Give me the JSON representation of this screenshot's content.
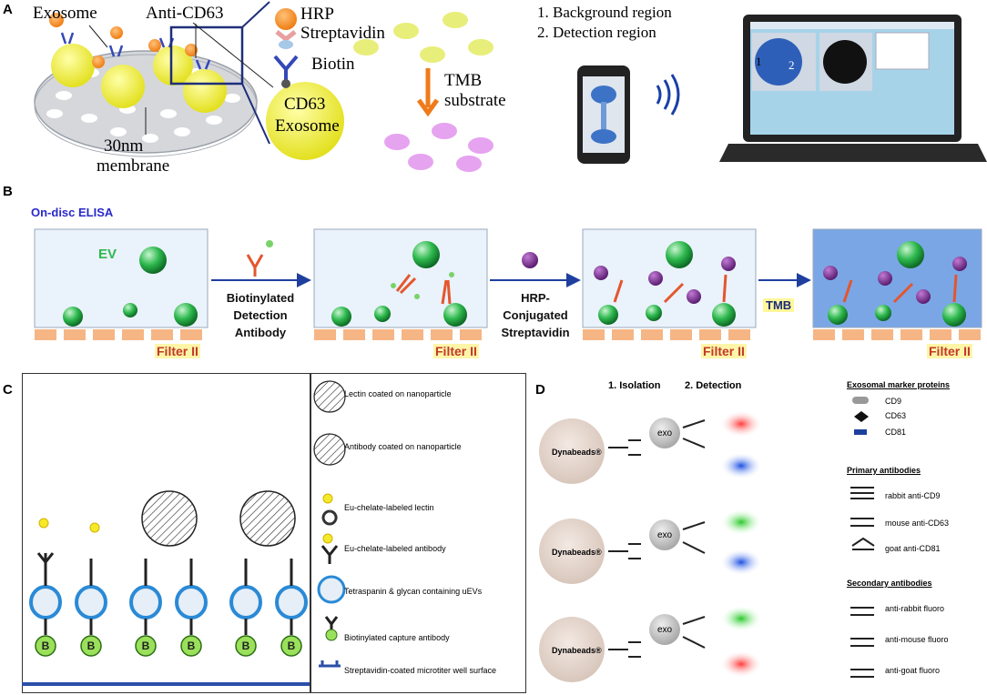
{
  "panel_a": {
    "label": "A",
    "exosome": "Exosome",
    "anti_cd63": "Anti-CD63",
    "membrane_1": "30nm",
    "membrane_2": "membrane",
    "hrp": "HRP",
    "streptavidin": "Streptavidin",
    "biotin": "Biotin",
    "cd63": "CD63",
    "exosome2": "Exosome",
    "tmb_1": "TMB",
    "tmb_2": "substrate",
    "region_1": "1. Background region",
    "region_2": "2. Detection region",
    "screen_1": "1",
    "screen_2": "2"
  },
  "panel_b": {
    "label": "B",
    "title": "On-disc ELISA",
    "ev": "EV",
    "step1_l1": "Biotinylated",
    "step1_l2": "Detection",
    "step1_l3": "Antibody",
    "step2_l1": "HRP-",
    "step2_l2": "Conjugated",
    "step2_l3": "Streptavidin",
    "step3": "TMB",
    "filter": "Filter II"
  },
  "panel_c": {
    "label": "C",
    "legend": [
      "Lectin coated on nanoparticle",
      "Antibody coated on nanoparticle",
      "Eu-chelate-labeled lectin",
      "Eu-chelate-labeled antibody",
      "Tetraspanin & glycan containing uEVs",
      "Biotinylated capture antibody",
      "Streptavidin-coated microtiter well surface"
    ],
    "b": "B"
  },
  "panel_d": {
    "label": "D",
    "isolation": "1. Isolation",
    "detection": "2. Detection",
    "dynabeads": "Dynabeads®",
    "exo": "exo",
    "markers_title": "Exosomal marker proteins",
    "markers": [
      "CD9",
      "CD63",
      "CD81"
    ],
    "primary_title": "Primary antibodies",
    "primary": [
      "rabbit anti-CD9",
      "mouse anti-CD63",
      "goat anti-CD81"
    ],
    "secondary_title": "Secondary antibodies",
    "secondary": [
      "anti-rabbit fluoro",
      "anti-mouse fluoro",
      "anti-goat fluoro"
    ]
  },
  "colors": {
    "exosome": "#f2f23a",
    "hrp": "#f08a22",
    "tmb": "#e6a3f0",
    "ev_green": "#2db84d",
    "filter": "#f6b585",
    "filter_text": "#c0392b",
    "b_title": "#2929c9",
    "arrow": "#1f3f9f",
    "panel_bg": "#eaf2fb",
    "panel_bg_tmb": "#7aa6e6"
  }
}
